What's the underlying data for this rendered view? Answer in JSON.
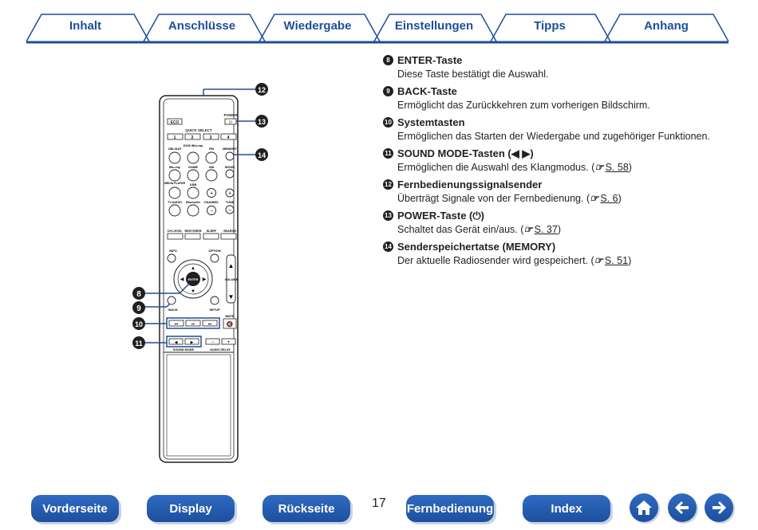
{
  "tabs": [
    "Inhalt",
    "Anschlüsse",
    "Wiedergabe",
    "Einstellungen",
    "Tipps",
    "Anhang"
  ],
  "items": [
    {
      "num": "8",
      "title": "ENTER-Taste",
      "desc": "Diese Taste bestätigt die Auswahl.",
      "ref": ""
    },
    {
      "num": "9",
      "title": "BACK-Taste",
      "desc": "Ermöglicht das Zurückkehren zum vorherigen Bildschirm.",
      "ref": ""
    },
    {
      "num": "10",
      "title": "Systemtasten",
      "desc": "Ermöglichen das Starten der Wiedergabe und zugehöriger Funktionen.",
      "ref": ""
    },
    {
      "num": "11",
      "title": "SOUND MODE-Tasten (◀ ▶)",
      "desc": "Ermöglichen die Auswahl des Klangmodus.",
      "ref": "S. 58"
    },
    {
      "num": "12",
      "title": "Fernbedienungssignalsender",
      "desc": "Überträgt Signale von der Fernbedienung.",
      "ref": "S. 6"
    },
    {
      "num": "13",
      "title": "POWER-Taste (⏻)",
      "desc": "Schaltet das Gerät ein/aus.",
      "ref": "S. 37"
    },
    {
      "num": "14",
      "title": "Senderspeichertatse (MEMORY)",
      "desc": "Der aktuelle Radiosender wird gespeichert.",
      "ref": "S. 51"
    }
  ],
  "remote": {
    "eco": "ECO",
    "power": "POWER",
    "quick_select": "QUICK SELECT",
    "qs": [
      "1",
      "2",
      "3",
      "4"
    ],
    "row1": [
      "CBL/SAT",
      "DVD/ Blu-ray",
      "FM",
      "MEMORY"
    ],
    "row2": [
      "Blu-ray",
      "GAME",
      "AM",
      "MODE"
    ],
    "row3": [
      "MEDIA PLAYER",
      "USB"
    ],
    "row4": [
      "TV AUDIO",
      "Bluetooth",
      "CHANNEL",
      "TUNE"
    ],
    "row5": [
      "CH LEVEL",
      "RESTORER",
      "SLEEP",
      "SEARCH"
    ],
    "info": "INFO",
    "option": "OPTION",
    "enter": "ENTER",
    "volume": "VOLUME",
    "back": "BACK",
    "setup": "SETUP",
    "mute": "MUTE",
    "sound_mode": "SOUND MODE",
    "audio_delay": "AUDIO DELAY",
    "callouts": [
      "8",
      "9",
      "10",
      "11",
      "12",
      "13",
      "14"
    ]
  },
  "nav": {
    "front": "Vorderseite",
    "display": "Display",
    "back": "Rückseite",
    "page": "17",
    "remote": "Fernbedienung",
    "index": "Index"
  },
  "colors": {
    "accent": "#1f4e96",
    "button": "#2464b4"
  }
}
